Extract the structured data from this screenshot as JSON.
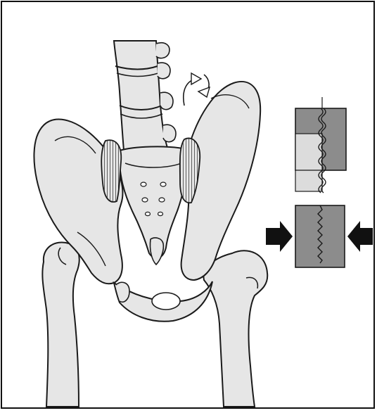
{
  "figure": {
    "subject": "pelvis-sacroiliac-joint-illustration",
    "inset_top": "joint-surfaces-interlocking-detail",
    "inset_bottom": "joint-surfaces-compressed-detail",
    "arrow_icons": [
      "arrow-right-icon",
      "arrow-left-icon",
      "rotation-arrow-icon"
    ]
  },
  "colors": {
    "outline": "#1a1a1a",
    "bone_fill": "#e6e6e6",
    "bone_shadow": "#c9c9c9",
    "inset_dark": "#8c8c8c",
    "inset_light": "#dcdcdc",
    "arrow": "#111111"
  }
}
